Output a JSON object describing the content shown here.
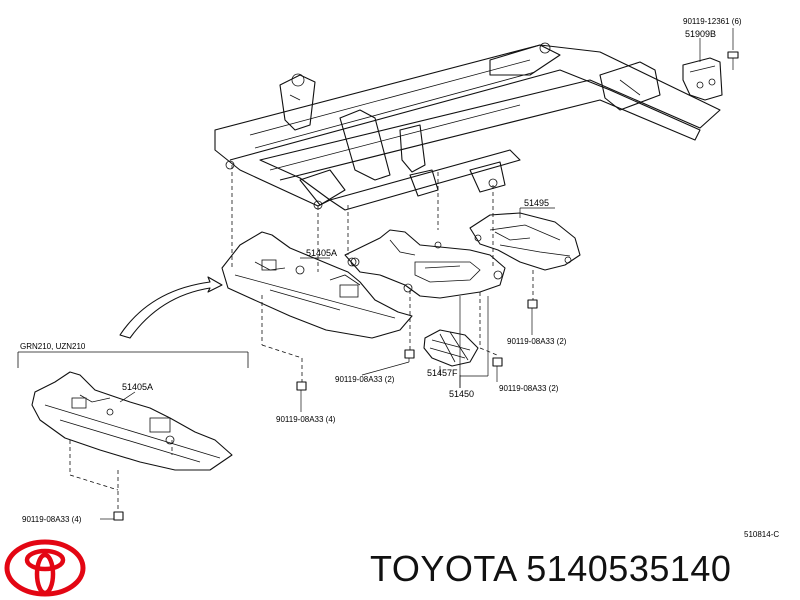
{
  "labels": {
    "bolt_top": "90119-12361 (6)",
    "bracket_top": "51909B",
    "cover_right": "51495",
    "cover_center": "51405A",
    "cover_inset": "51405A",
    "inset_title": "GRN210, UZN210",
    "bolt_center_left": "90119-08A33 (2)",
    "bolt_center_bottom": "90119-08A33 (4)",
    "bolt_right_1": "90119-08A33 (2)",
    "bolt_right_2": "90119-08A33 (2)",
    "cover_small": "51457F",
    "assembly": "51450",
    "bolt_inset": "90119-08A33 (4)",
    "drawing_code": "510814-C"
  },
  "footer": {
    "brand": "TOYOTA",
    "part_number": "5140535140"
  },
  "colors": {
    "logo": "#e30613",
    "line": "#111111"
  }
}
